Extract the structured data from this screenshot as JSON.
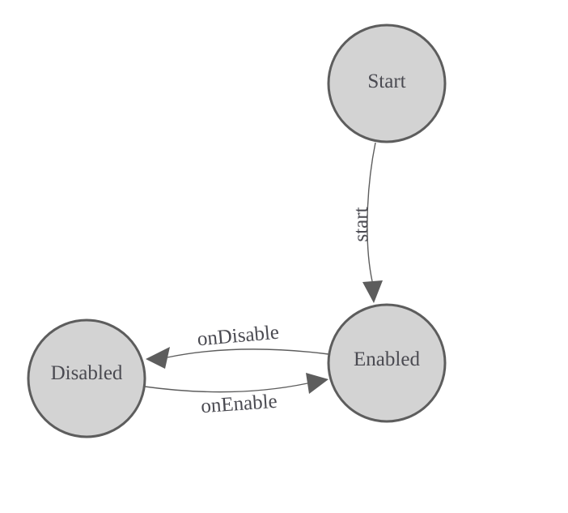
{
  "diagram": {
    "type": "state-machine",
    "background_color": "#ffffff",
    "colors": {
      "node_fill": "#d3d3d3",
      "node_stroke": "#5d5d5d",
      "edge_stroke": "#5d5d5d",
      "arrowhead_fill": "#5d5d5d",
      "text": "#4a4a51"
    },
    "nodes": [
      {
        "id": "start",
        "label": "Start"
      },
      {
        "id": "enabled",
        "label": "Enabled"
      },
      {
        "id": "disabled",
        "label": "Disabled"
      }
    ],
    "edges": [
      {
        "id": "start-to-enabled",
        "from": "Start",
        "to": "Enabled",
        "label": "start"
      },
      {
        "id": "enabled-to-disabled",
        "from": "Enabled",
        "to": "Disabled",
        "label": "onDisable"
      },
      {
        "id": "disabled-to-enabled",
        "from": "Disabled",
        "to": "Enabled",
        "label": "onEnable"
      }
    ]
  }
}
